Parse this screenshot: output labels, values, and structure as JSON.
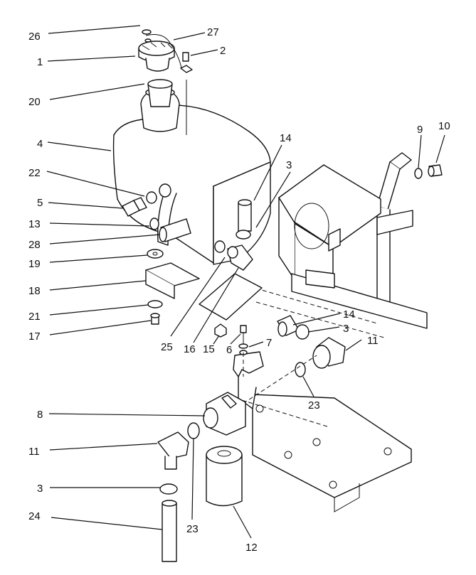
{
  "callouts": {
    "c26": "26",
    "c27": "27",
    "c1": "1",
    "c2": "2",
    "c20": "20",
    "c4": "4",
    "c14a": "14",
    "c3a": "3",
    "c9": "9",
    "c10": "10",
    "c22": "22",
    "c5": "5",
    "c13": "13",
    "c28": "28",
    "c19": "19",
    "c18": "18",
    "c21": "21",
    "c17": "17",
    "c25": "25",
    "c16": "16",
    "c15": "15",
    "c6": "6",
    "c7": "7",
    "c14b": "14",
    "c3b": "3",
    "c11a": "11",
    "c23a": "23",
    "c8": "8",
    "c11b": "11",
    "c3c": "3",
    "c24": "24",
    "c23b": "23",
    "c12": "12"
  }
}
